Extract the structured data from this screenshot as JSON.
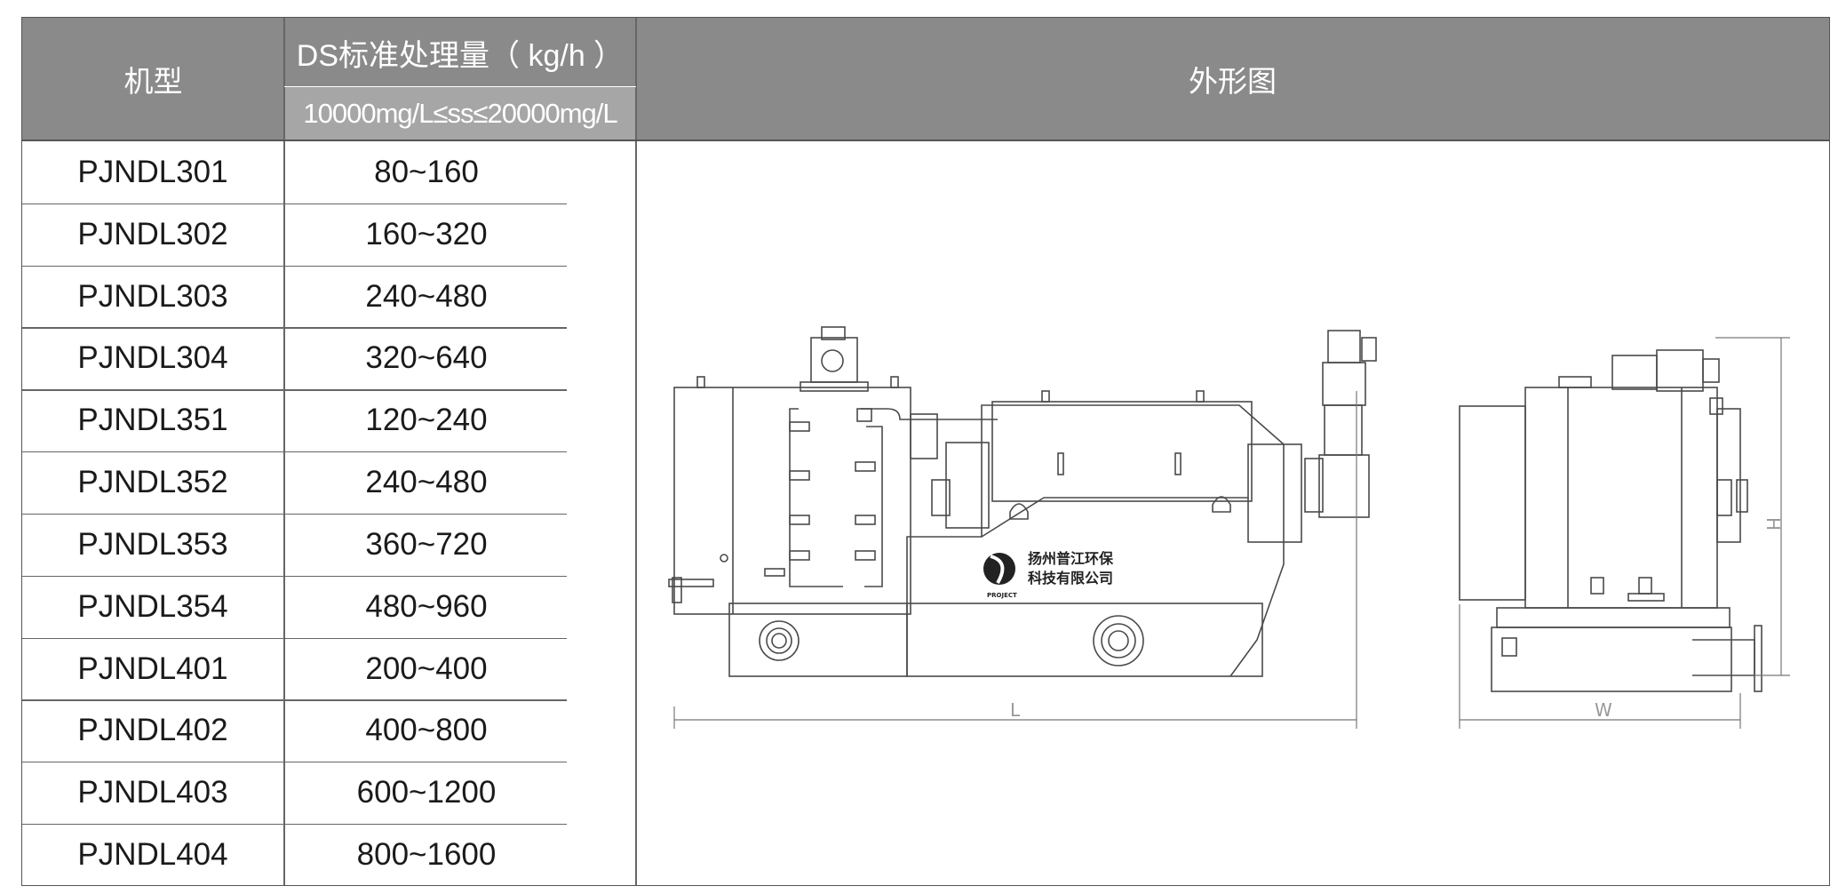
{
  "header": {
    "model": "机型",
    "capacity": "DS标准处理量（ kg/h ）",
    "condition": "10000mg/L≤ss≤20000mg/L",
    "drawing": "外形图"
  },
  "rows": [
    {
      "model": "PJNDL301",
      "capacity": "80~160"
    },
    {
      "model": "PJNDL302",
      "capacity": "160~320"
    },
    {
      "model": "PJNDL303",
      "capacity": "240~480"
    },
    {
      "model": "PJNDL304",
      "capacity": "320~640"
    },
    {
      "model": "PJNDL351",
      "capacity": "120~240"
    },
    {
      "model": "PJNDL352",
      "capacity": "240~480"
    },
    {
      "model": "PJNDL353",
      "capacity": "360~720"
    },
    {
      "model": "PJNDL354",
      "capacity": "480~960"
    },
    {
      "model": "PJNDL401",
      "capacity": "200~400"
    },
    {
      "model": "PJNDL402",
      "capacity": "400~800"
    },
    {
      "model": "PJNDL403",
      "capacity": "600~1200"
    },
    {
      "model": "PJNDL404",
      "capacity": "800~1600"
    }
  ],
  "drawing": {
    "logo_text_line1": "扬州普江环保",
    "logo_text_line2": "科技有限公司",
    "logo_caption": "PROJECT",
    "dim_length": "L",
    "dim_width": "W",
    "dim_height": "H"
  }
}
